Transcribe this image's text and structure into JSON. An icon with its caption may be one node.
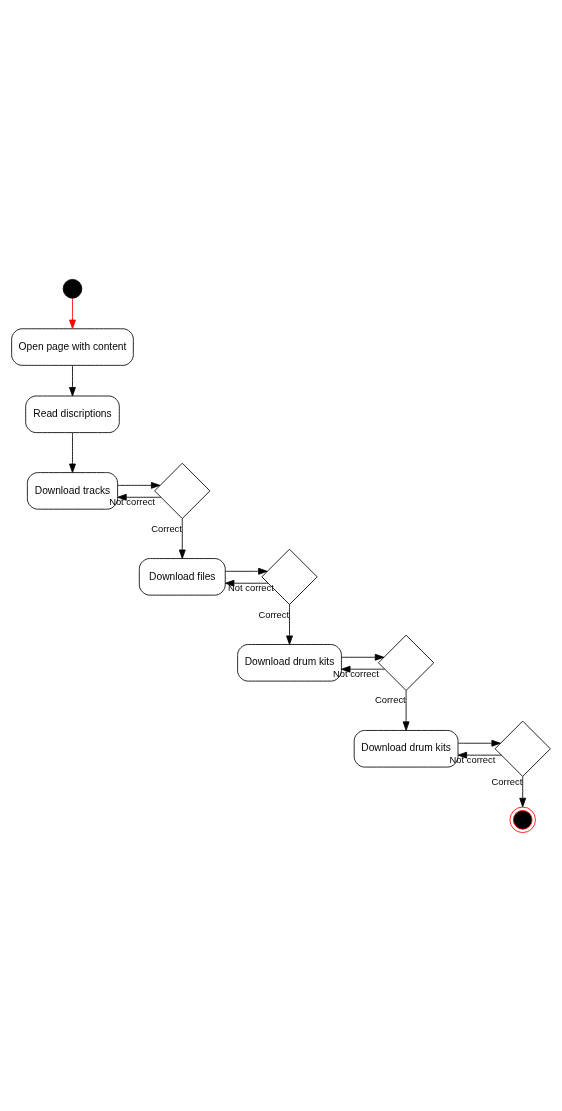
{
  "diagram": {
    "nodes": [
      {
        "text": [],
        "shape": "circle"
      },
      {
        "text": [
          "Open page with content"
        ]
      },
      {
        "text": [
          "Read discriptions"
        ]
      },
      {
        "text": [
          "Download tracks"
        ]
      },
      {
        "text": [],
        "shape": "diamond"
      },
      {
        "text": [
          "Download files"
        ]
      },
      {
        "text": [],
        "shape": "diamond"
      },
      {
        "text": [
          "Download drum kits"
        ]
      },
      {
        "text": [],
        "shape": "diamond"
      },
      {
        "text": [
          "Download drum kits"
        ]
      },
      {
        "text": [],
        "shape": "diamond"
      },
      {
        "text": [],
        "shape": "circle"
      }
    ],
    "edges": [
      {
        "from": 0,
        "to": 1,
        "arrow": "to",
        "color": "#ff0000"
      },
      {
        "from": 1,
        "to": 2,
        "arrow": "to"
      },
      {
        "from": 2,
        "to": 3,
        "arrow": "to"
      },
      {
        "from": 3,
        "to": 4,
        "arrow": "to"
      },
      {
        "from": 4,
        "to": 3,
        "arrow": "to",
        "label": "Not correct"
      },
      {
        "from": 4,
        "to": 5,
        "arrow": "to",
        "label": "Correct"
      },
      {
        "from": 5,
        "to": 6,
        "arrow": "to"
      },
      {
        "from": 6,
        "to": 5,
        "arrow": "to",
        "label": "Not correct"
      },
      {
        "from": 6,
        "to": 7,
        "arrow": "to",
        "label": "Correct"
      },
      {
        "from": 7,
        "to": 8,
        "arrow": "to"
      },
      {
        "from": 8,
        "to": 7,
        "arrow": "to",
        "label": "Not correct"
      },
      {
        "from": 8,
        "to": 9,
        "arrow": "to",
        "label": "Correct"
      },
      {
        "from": 9,
        "to": 10,
        "arrow": "to"
      },
      {
        "from": 10,
        "to": 9,
        "arrow": "to",
        "label": "Not correct"
      },
      {
        "from": 10,
        "to": 11,
        "arrow": "to",
        "label": "Correct"
      }
    ]
  }
}
